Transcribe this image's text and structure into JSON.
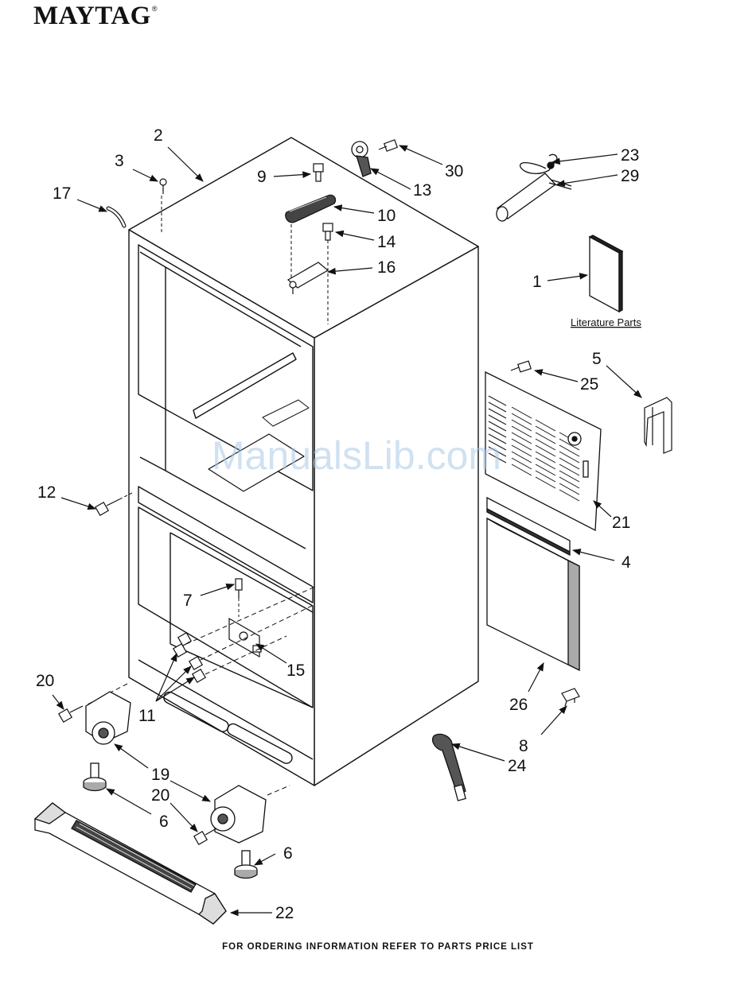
{
  "brand": {
    "name": "MAYTAG",
    "mark": "®"
  },
  "watermark": "ManualsLib.com",
  "footer": "FOR ORDERING INFORMATION REFER TO PARTS PRICE LIST",
  "literature": {
    "label": "Literature Parts"
  },
  "callouts": {
    "c1": "1",
    "c2": "2",
    "c3": "3",
    "c4": "4",
    "c5": "5",
    "c6a": "6",
    "c6b": "6",
    "c7": "7",
    "c8": "8",
    "c9": "9",
    "c10": "10",
    "c11": "11",
    "c12": "12",
    "c13": "13",
    "c14": "14",
    "c15": "15",
    "c16": "16",
    "c17": "17",
    "c19": "19",
    "c20a": "20",
    "c20b": "20",
    "c21": "21",
    "c22": "22",
    "c23": "23",
    "c24": "24",
    "c25": "25",
    "c26": "26",
    "c29": "29",
    "c30": "30"
  }
}
